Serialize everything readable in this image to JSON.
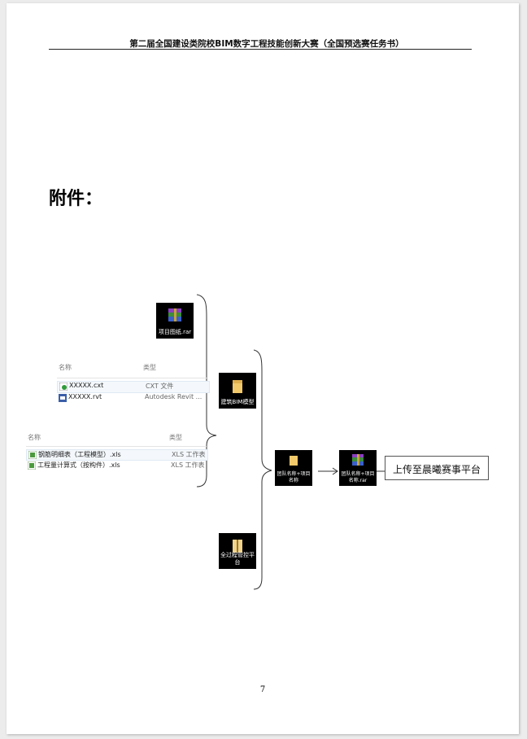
{
  "header": {
    "title": "第二届全国建设类院校BIM数字工程技能创新大赛（全国预选赛任务书）"
  },
  "annex_title": "附件：",
  "tiles": {
    "drawings": "项目图纸.rar",
    "arch_model": "建筑BIM模型",
    "team_folder": "团队名称+项目名称",
    "team_rar": "团队名称+项目名称.rar",
    "platform": "全过程管控平台"
  },
  "list1": {
    "col_name": "名称",
    "col_type": "类型",
    "rows": [
      {
        "name": "XXXXX.cxt",
        "type": "CXT 文件"
      },
      {
        "name": "XXXXX.rvt",
        "type": "Autodesk Revit ..."
      }
    ]
  },
  "list2": {
    "col_name": "名称",
    "col_type": "类型",
    "rows": [
      {
        "name": "钢筋明细表（工程模型）.xls",
        "type": "XLS 工作表"
      },
      {
        "name": "工程量计算式（按构件）.xls",
        "type": "XLS 工作表"
      }
    ]
  },
  "upload_label": "上传至晨曦赛事平台",
  "page_number": "7"
}
